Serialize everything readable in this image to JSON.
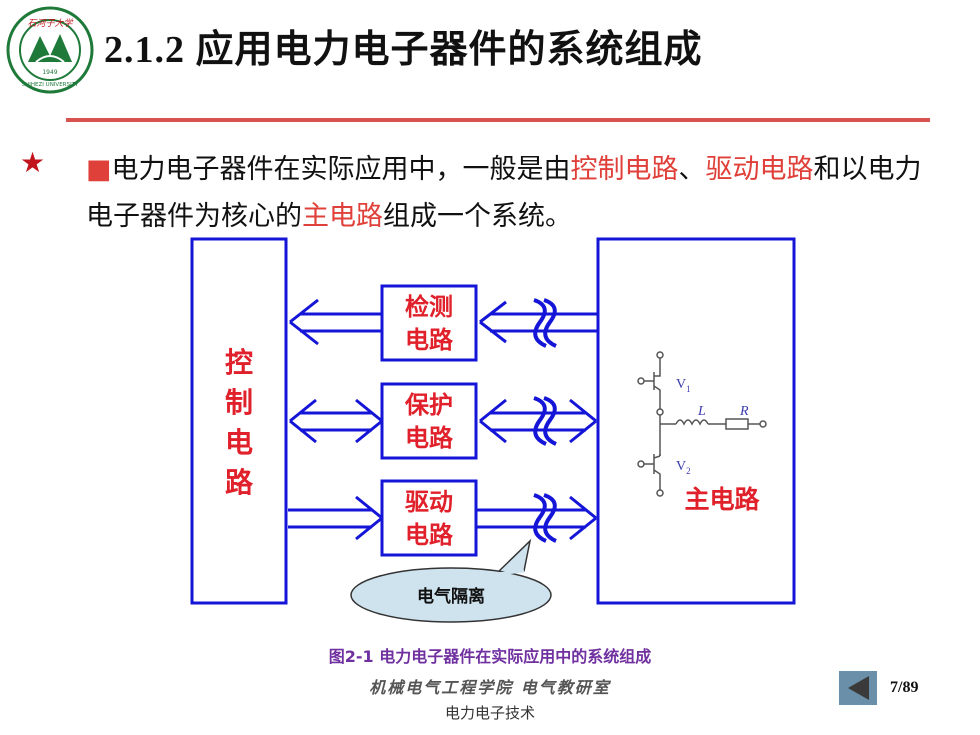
{
  "slide": {
    "title": "2.1.2 应用电力电子器件的系统组成",
    "logo": {
      "text": "石河子大学",
      "year": "1949",
      "english": "SHIHEZI UNIVERSITY"
    },
    "bullet": {
      "star": "★",
      "square": "■",
      "segments": [
        "电力电子器件在实际应用中，一般是由",
        "控制电路",
        "、",
        "驱动电路",
        "和以电力电子器件为核心的",
        "主电路",
        "组成一个系统。"
      ]
    }
  },
  "diagram": {
    "control_block": [
      "控",
      "制",
      "电",
      "路"
    ],
    "detect_block": [
      "检测",
      "电路"
    ],
    "protect_block": [
      "保护",
      "电路"
    ],
    "drive_block": [
      "驱动",
      "电路"
    ],
    "main_label": "主电路",
    "callout": "电气隔离",
    "components": {
      "v1": "V",
      "v1_sub": "1",
      "v2": "V",
      "v2_sub": "2",
      "inductor": "L",
      "resistor": "R"
    },
    "colors": {
      "box": "#1515d8",
      "text_red": "#e0202a",
      "callout_fill": "#cfe3ef"
    }
  },
  "caption": "图2-1 电力电子器件在实际应用中的系统组成",
  "footer": {
    "department": "机械电气工程学院 电气教研室",
    "course": "电力电子技术",
    "page": "7/89"
  }
}
